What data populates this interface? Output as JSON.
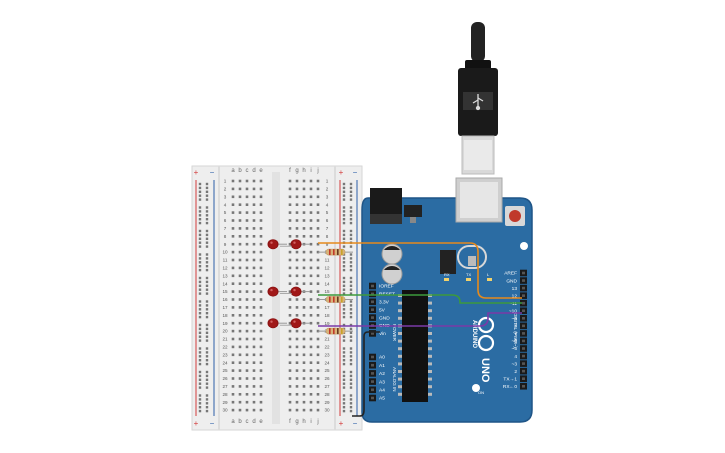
{
  "breadboard": {
    "rail_plus": "+",
    "rail_minus": "−",
    "cols_left": [
      "a",
      "b",
      "c",
      "d",
      "e"
    ],
    "cols_right": [
      "f",
      "g",
      "h",
      "i",
      "j"
    ],
    "row_count": 30
  },
  "arduino": {
    "brand": "ARDUINO",
    "model": "UNO",
    "digital_header": "DIGITAL (PWM~)",
    "power_header": "POWER",
    "analog_header": "ANALOG IN",
    "power_pins": [
      "IOREF",
      "RESET",
      "3.3V",
      "5V",
      "GND",
      "GND",
      "Vin"
    ],
    "analog_pins": [
      "A0",
      "A1",
      "A2",
      "A3",
      "A4",
      "A5"
    ],
    "digital_pins": [
      "AREF",
      "GND",
      "13",
      "12",
      "~11",
      "~10",
      "~9",
      "8",
      "7",
      "~6",
      "~5",
      "4",
      "~3",
      "2",
      "TX→1",
      "RX←0"
    ],
    "led_labels": [
      "RX",
      "TX",
      "L"
    ],
    "on_label": "ON"
  },
  "colors": {
    "board": "#2b6ca3",
    "board_edge": "#1f5587",
    "breadboard": "#eeeeee",
    "rail_red": "#d33c3c",
    "rail_blue": "#2c5fa8",
    "led": "#a01818",
    "wire_orange": "#e68a1c",
    "wire_green": "#3c9a3c",
    "wire_purple": "#7a3aa8",
    "wire_black": "#222222"
  },
  "components": {
    "leds": [
      {
        "id": "led-1",
        "row": 9
      },
      {
        "id": "led-2",
        "row": 15
      },
      {
        "id": "led-3",
        "row": 19
      }
    ],
    "wires": [
      {
        "id": "wire-orange",
        "color": "wire_orange",
        "pin": "~11"
      },
      {
        "id": "wire-green",
        "color": "wire_green",
        "pin": "~10"
      },
      {
        "id": "wire-purple",
        "color": "wire_purple",
        "pin": "~9"
      },
      {
        "id": "wire-black",
        "color": "wire_black",
        "pin": "GND"
      }
    ]
  }
}
